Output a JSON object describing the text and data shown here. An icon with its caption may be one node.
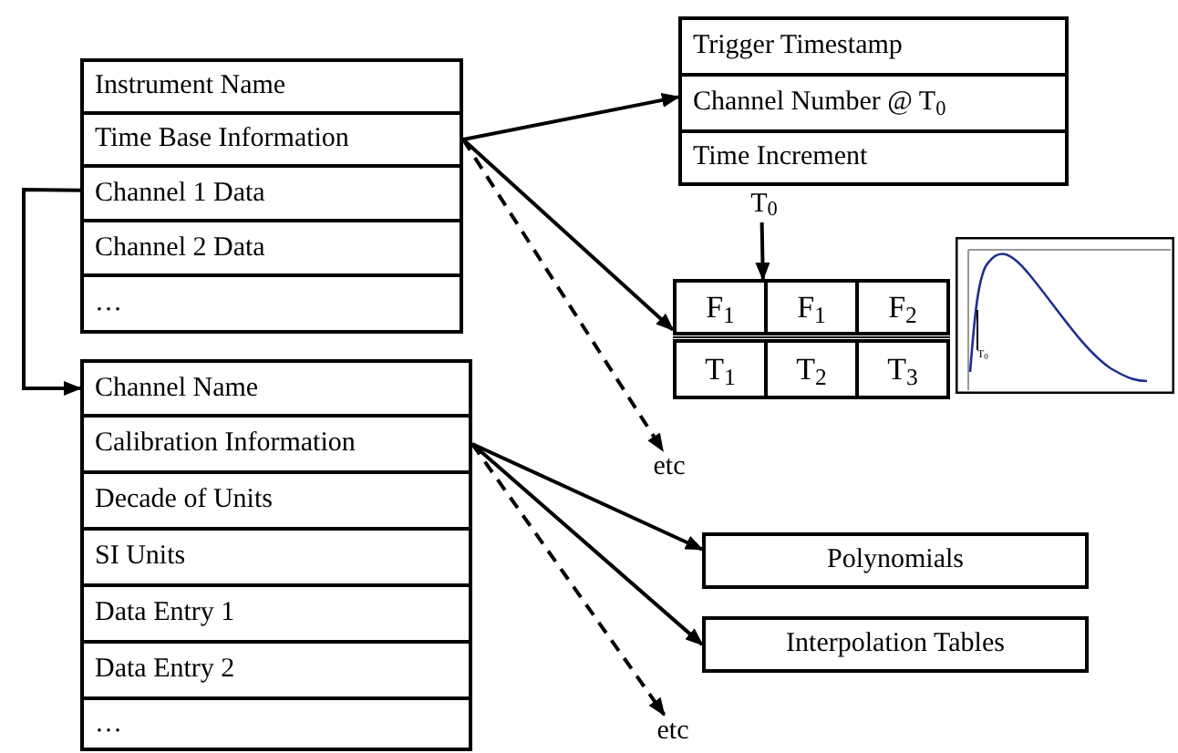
{
  "diagram": {
    "nodes": [
      {
        "text": [
          "Instrument Name"
        ]
      },
      {
        "text": [
          "Time Base Information"
        ]
      },
      {
        "text": [
          "Channel 1 Data"
        ]
      },
      {
        "text": [
          "Channel 2 Data"
        ]
      },
      {
        "text": [
          "…"
        ]
      },
      {
        "text": [
          "Channel Name"
        ]
      },
      {
        "text": [
          "Calibration Information"
        ]
      },
      {
        "text": [
          "Decade of Units"
        ]
      },
      {
        "text": [
          "SI Units"
        ]
      },
      {
        "text": [
          "Data Entry 1"
        ]
      },
      {
        "text": [
          "Data Entry 2"
        ]
      },
      {
        "text": [
          "…"
        ]
      },
      {
        "text": [
          "Trigger Timestamp"
        ]
      },
      {
        "text": [
          "Channel Number @ T$_{0}$"
        ]
      },
      {
        "text": [
          "Time Increment"
        ]
      },
      {
        "text": [
          "T$_{0}$"
        ]
      },
      {
        "text": [
          "F$_{1}$"
        ]
      },
      {
        "text": [
          "F$_{1}$"
        ]
      },
      {
        "text": [
          "F$_{2}$"
        ]
      },
      {
        "text": [
          "T$_{1}$"
        ]
      },
      {
        "text": [
          "T$_{2}$"
        ]
      },
      {
        "text": [
          "T$_{3}$"
        ]
      },
      {
        "text": [
          "etc"
        ]
      },
      {
        "text": [
          "Polynomials"
        ]
      },
      {
        "text": [
          "Interpolation Tables"
        ]
      },
      {
        "text": [
          "etc"
        ]
      }
    ],
    "edges": [
      {
        "from": 1,
        "to": 13,
        "arrow": "to"
      },
      {
        "from": 1,
        "to": 16,
        "arrow": "to"
      },
      {
        "from": 1,
        "to": 22,
        "arrow": "to",
        "style": "dashed"
      },
      {
        "from": 15,
        "to": 16,
        "arrow": "to"
      },
      {
        "from": 2,
        "to": 5,
        "arrow": "to"
      },
      {
        "from": 6,
        "to": 23,
        "arrow": "to"
      },
      {
        "from": 6,
        "to": 24,
        "arrow": "to"
      },
      {
        "from": 6,
        "to": 25,
        "arrow": "to",
        "style": "dashed"
      }
    ],
    "labels": [
      "T$_{0}$"
    ]
  }
}
